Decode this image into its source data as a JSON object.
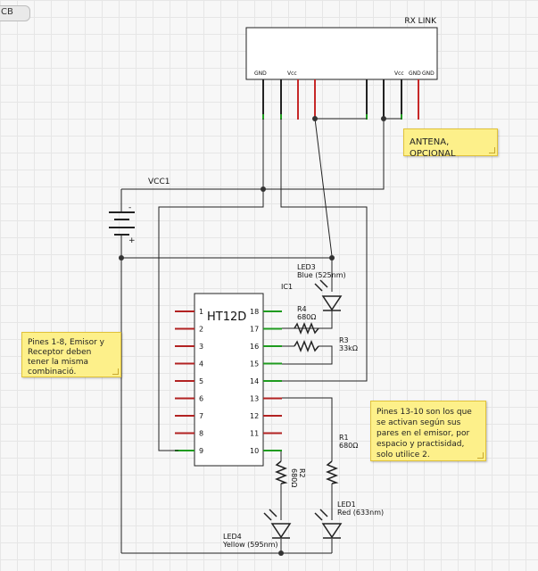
{
  "tab": {
    "label": "CB"
  },
  "rx": {
    "title": "RX LINK",
    "pins": [
      "GND",
      "Vcc",
      "Vcc",
      "GND",
      "GND"
    ]
  },
  "vcc_label": "VCC1",
  "battery": {
    "minus": "-",
    "plus": "+"
  },
  "ic": {
    "designator": "IC1",
    "name": "HT12D",
    "left_pins": [
      "1",
      "2",
      "3",
      "4",
      "5",
      "6",
      "7",
      "8",
      "9"
    ],
    "right_pins": [
      "18",
      "17",
      "16",
      "15",
      "14",
      "13",
      "12",
      "11",
      "10"
    ]
  },
  "led3": {
    "name": "LED3",
    "desc": "Blue (525nm)"
  },
  "r4": {
    "name": "R4",
    "value": "680Ω"
  },
  "r3": {
    "name": "R3",
    "value": "33kΩ"
  },
  "r1": {
    "name": "R1",
    "value": "680Ω"
  },
  "r2": {
    "name": "R2",
    "value": "680Ω"
  },
  "led1": {
    "name": "LED1",
    "desc": "Red (633nm)"
  },
  "led4": {
    "name": "LED4",
    "desc": "Yellow (595nm)"
  },
  "notes": {
    "antena": "ANTENA, OPCIONAL",
    "pines18": "Pines 1-8, Emisor y Receptor deben tener la misma combinació.",
    "pines1310": "Pines 13-10 son los que se activan según sus pares en el emisor, por espacio y practisidad, solo utilice 2."
  }
}
